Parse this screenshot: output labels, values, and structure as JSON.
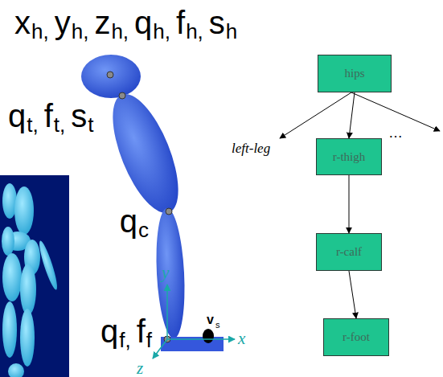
{
  "diagram": {
    "nodes": [
      {
        "text": [
          "hips"
        ]
      },
      {
        "text": [
          "r-thigh"
        ]
      },
      {
        "text": [
          "r-calf"
        ]
      },
      {
        "text": [
          "r-foot"
        ]
      }
    ],
    "edges": [
      {
        "from": 0,
        "to": 1,
        "arrow": "to"
      },
      {
        "from": 1,
        "to": 2,
        "arrow": "to"
      },
      {
        "from": 2,
        "to": 3,
        "arrow": "to"
      }
    ],
    "labels": [
      "x",
      "h,",
      "y",
      "h,",
      "z",
      "h,",
      "q",
      "h,",
      "f",
      "h,",
      "s",
      "h",
      "q",
      "t,",
      "f",
      "t,",
      "s",
      "t",
      "q",
      "c",
      "q",
      "f,",
      "f",
      "f",
      "y",
      "x",
      "z",
      "v",
      "s",
      "left-leg",
      "…"
    ]
  }
}
